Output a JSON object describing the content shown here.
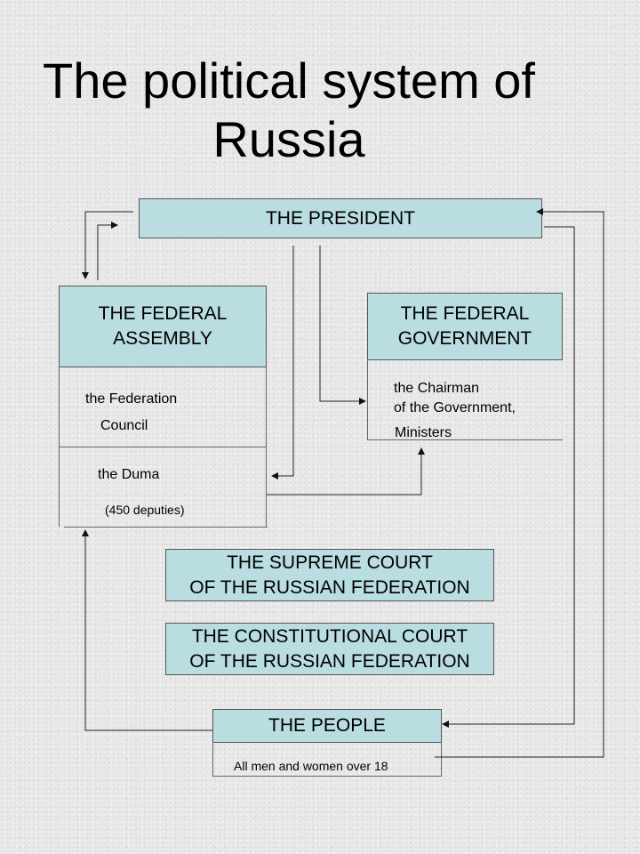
{
  "title": {
    "line1": "The political system of",
    "line2": "Russia"
  },
  "president": {
    "label": "THE PRESIDENT"
  },
  "federal_assembly": {
    "label": "THE FEDERAL ASSEMBLY",
    "federation_council_line1": "the Federation",
    "federation_council_line2": "Council",
    "duma": "the Duma",
    "duma_size": "(450 deputies)"
  },
  "federal_government": {
    "label": "THE FEDERAL GOVERNMENT",
    "members_line1": "the Chairman",
    "members_line2": "of the Government,",
    "members_line3": "Ministers"
  },
  "supreme_court": {
    "line1": "THE SUPREME COURT",
    "line2": "OF THE RUSSIAN FEDERATION"
  },
  "constitutional_court": {
    "line1": "THE CONSTITUTIONAL COURT",
    "line2": "OF THE RUSSIAN FEDERATION"
  },
  "people": {
    "label": "THE PEOPLE",
    "description": "All men and women over 18"
  },
  "colors": {
    "box_fill": "#b9dde1",
    "line": "#222222",
    "background": "#e9e9e9"
  }
}
